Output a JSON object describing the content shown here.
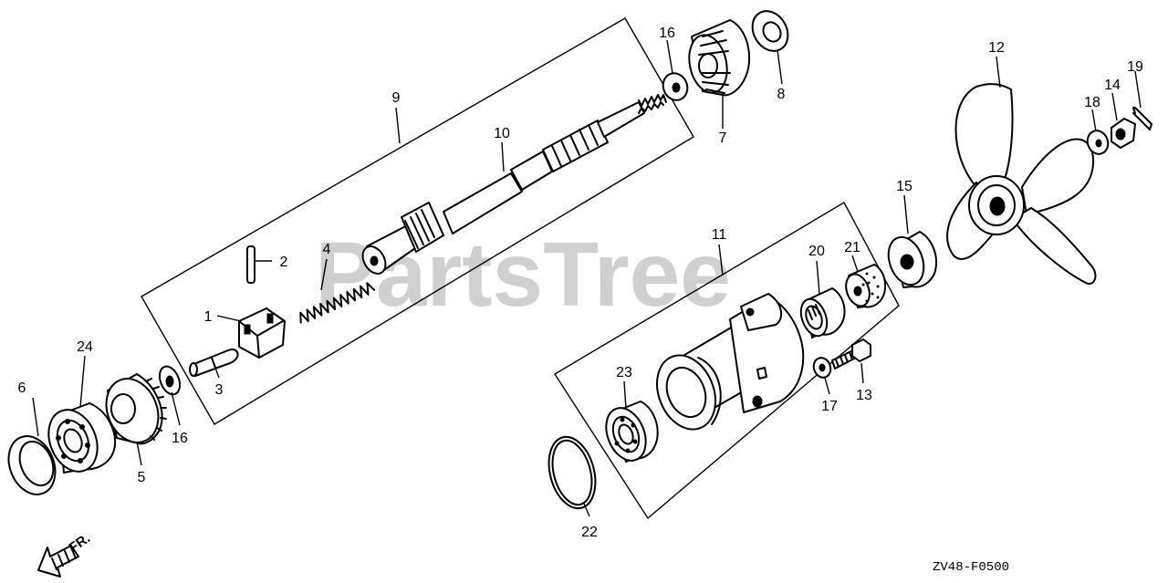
{
  "watermark": "PartsTree",
  "diagram_code": "ZV48-F0500",
  "direction_label": "FR.",
  "callouts": {
    "c1": "1",
    "c2": "2",
    "c3": "3",
    "c4": "4",
    "c5": "5",
    "c6": "6",
    "c7": "7",
    "c8": "8",
    "c9": "9",
    "c10": "10",
    "c11": "11",
    "c12": "12",
    "c13": "13",
    "c14": "14",
    "c15": "15",
    "c16a": "16",
    "c16b": "16",
    "c17": "17",
    "c18": "18",
    "c19": "19",
    "c20": "20",
    "c21": "21",
    "c22": "22",
    "c23": "23",
    "c24": "24"
  }
}
